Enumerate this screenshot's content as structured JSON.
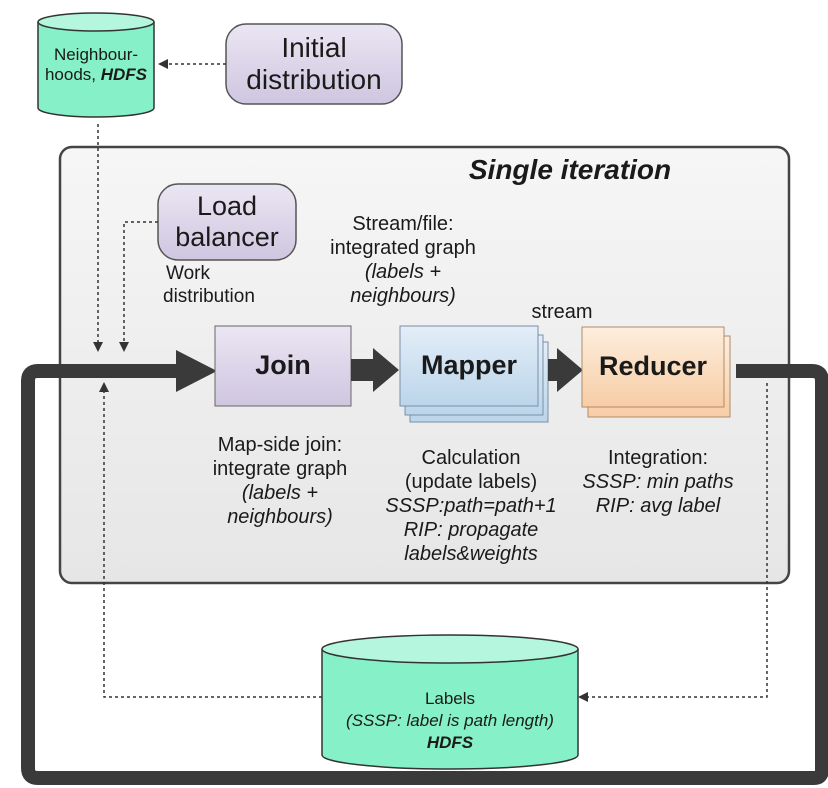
{
  "title": "Single iteration",
  "neighbourhoods_db": {
    "line1": "Neighbour-",
    "line2_prefix": "hoods, ",
    "line2_bold": "HDFS"
  },
  "initial_distribution": {
    "line1": "Initial",
    "line2": "distribution"
  },
  "load_balancer": {
    "line1": "Load",
    "line2": "balancer"
  },
  "work_distribution": {
    "line1": "Work",
    "line2": "distribution"
  },
  "stream_file_note": {
    "line1": "Stream/file:",
    "line2": "integrated graph",
    "line3": "(labels +",
    "line4": "neighbours)"
  },
  "stream_label": "stream",
  "join": {
    "label": "Join"
  },
  "mapper": {
    "label": "Mapper"
  },
  "reducer": {
    "label": "Reducer"
  },
  "join_desc": {
    "line1": "Map-side join:",
    "line2": "integrate graph",
    "line3": "(labels +",
    "line4": "neighbours)"
  },
  "mapper_desc": {
    "line1": "Calculation",
    "line2": "(update labels)",
    "line3": "SSSP:path=path+1",
    "line4": "RIP: propagate",
    "line5": "labels&weights"
  },
  "reducer_desc": {
    "line1": "Integration:",
    "line2": "SSSP: min paths",
    "line3": "RIP: avg label"
  },
  "labels_db": {
    "line1": "Labels",
    "line2": "(SSSP: label is path length)",
    "line3": "HDFS"
  },
  "colors": {
    "db_fill": "#86f0c8",
    "rounded_fill": "#ddd6ea",
    "join_fill": "#ddd6ea",
    "mapper_fill": "#cfe2f1",
    "reducer_fill": "#fbdcc0",
    "panel_fill": "#f1f1f1",
    "thick_arrow": "#3a3a3a"
  }
}
